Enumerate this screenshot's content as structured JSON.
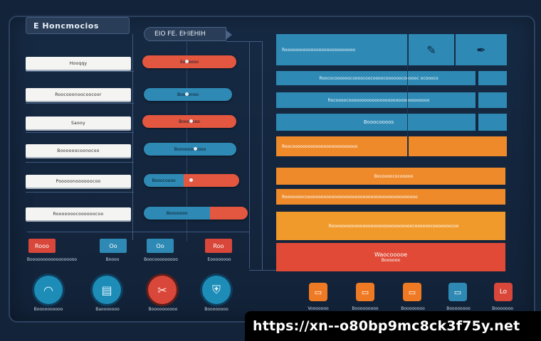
{
  "header": {
    "title": "E Honcmocios",
    "subtitle": "EIO FE. EHIEHIH"
  },
  "left_column": {
    "items": [
      {
        "label": "Hooqqy"
      },
      {
        "label": "Roocooonoocoocoor"
      },
      {
        "label": "Saooy"
      },
      {
        "label": "Boooooocoonocoo"
      },
      {
        "label": "Pooooonoooooocoo"
      },
      {
        "label": "Rooooooocoooooocoo"
      }
    ]
  },
  "middle_column": {
    "items": [
      {
        "label": "Eoooooo"
      },
      {
        "label": "Boooonoo"
      },
      {
        "label": "Booooooo"
      },
      {
        "label": "Booooooooooo"
      },
      {
        "label": "Booocoooo"
      },
      {
        "label": "Booooooo"
      }
    ]
  },
  "right_panels": {
    "row1": "Rooooooooooooooooooooooooooo",
    "row2": "Roococoooooocoooocoocoooocoooooocoooooc ocoooco",
    "row3": "Rocoooocooooooooooooooooooooooooooooooo",
    "row4": "Booocoooos",
    "row5": "Roocooooooooooooooooooooooooo",
    "row6": "Bocoooococooooo",
    "row7": "Rooooooocooooooooooooooooooooooooooooooooooooooooooo",
    "row8": "Rooooooooooooooooooooooooooooooocoooooocooooooocoo",
    "row9": "Waocooooe",
    "row9b": "Boooooo"
  },
  "bottom_left": {
    "buttons": [
      {
        "label": "Rooo",
        "caption": "Boooooooooooooooooo",
        "color": "#d8473a"
      },
      {
        "label": "Oo",
        "caption": "Boooo",
        "color": "#2e8ab4"
      },
      {
        "label": "Oo",
        "caption": "Boocooooooooo",
        "color": "#2e8ab4"
      },
      {
        "label": "Roo",
        "caption": "Eoooooooo",
        "color": "#d8473a"
      }
    ],
    "circles": [
      {
        "caption": "Boooooooooo",
        "color": "#1d8db7"
      },
      {
        "caption": "Baooooooo",
        "color": "#1d8db7"
      },
      {
        "caption": "Boooooooooo",
        "color": "#d8473a"
      },
      {
        "caption": "Boooooooo",
        "color": "#1d8db7"
      }
    ]
  },
  "bottom_right": {
    "icons": [
      {
        "caption": "Vooooooo",
        "color": "#ef7a24"
      },
      {
        "caption": "Booooooooo",
        "color": "#ef7a24"
      },
      {
        "caption": "Boooooooo",
        "color": "#ef7a24"
      },
      {
        "caption": "Boooooooo",
        "color": "#2e8ab4"
      },
      {
        "caption": "Booooooo",
        "color": "#d8473a"
      }
    ]
  },
  "watermark": "https://xn--o80bp9mc8ck3f75y.net",
  "colors": {
    "background": "#13233a",
    "blue": "#2e8ab4",
    "orange": "#ef8a2a",
    "red": "#d8473a",
    "white": "#f4f4f2"
  }
}
